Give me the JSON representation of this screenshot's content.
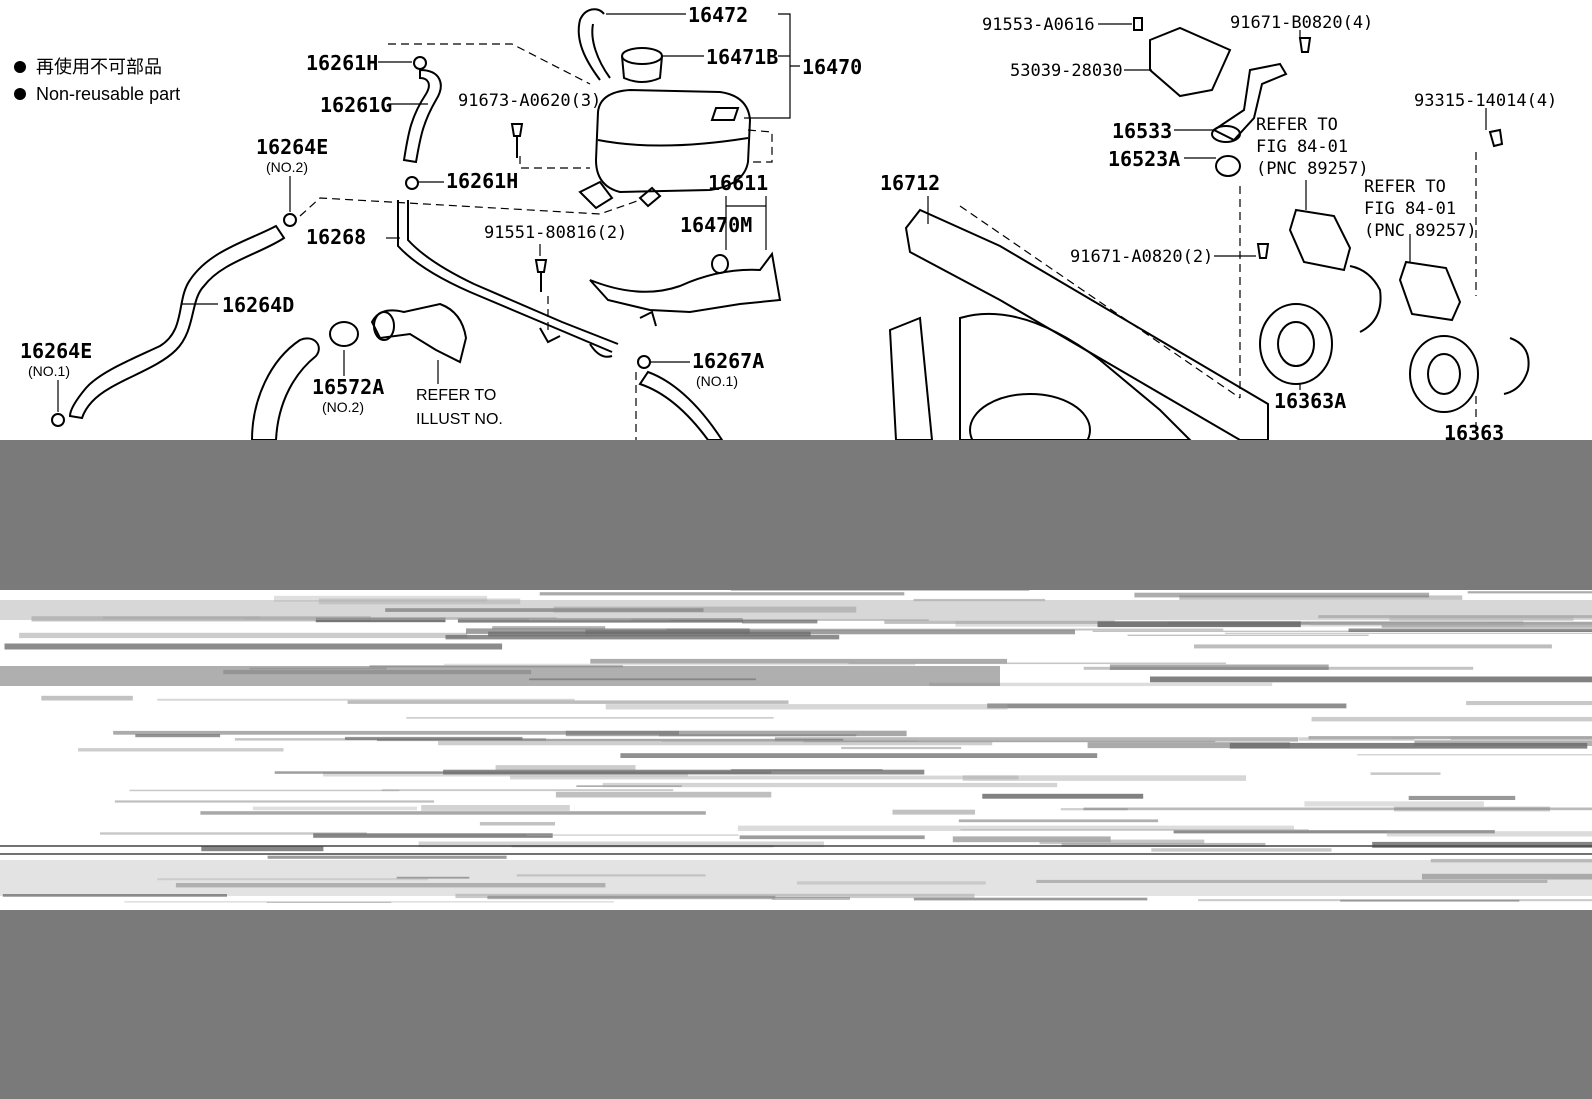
{
  "legend": {
    "item_jp": "再使用不可部品",
    "item_en": "Non-reusable part"
  },
  "parts": {
    "p16472": "16472",
    "p16471B": "16471B",
    "p16470": "16470",
    "p16261H_top": "16261H",
    "p16261G": "16261G",
    "p91673": "91673-A0620(3)",
    "p16261H_mid": "16261H",
    "p16264E_no2": "16264E",
    "p16264E_no2_sub": "(NO.2)",
    "p16268": "16268",
    "p16264D": "16264D",
    "p16264E_no1": "16264E",
    "p16264E_no1_sub": "(NO.1)",
    "p16611": "16611",
    "p16470M": "16470M",
    "p91551": "91551-80816(2)",
    "p16572A": "16572A",
    "p16572A_sub": "(NO.2)",
    "p16267A": "16267A",
    "p16267A_sub": "(NO.1)",
    "p91553": "91553-A0616",
    "p91671_b": "91671-B0820(4)",
    "p53039": "53039-28030",
    "p16533": "16533",
    "p16523A": "16523A",
    "p16712": "16712",
    "p91671_a": "91671-A0820(2)",
    "p93315": "93315-14014(4)",
    "p16363A": "16363A",
    "p16363": "16363"
  },
  "refs": {
    "illust_1": "REFER TO",
    "illust_2": "ILLUST NO.",
    "fig1_1": "REFER TO",
    "fig1_2": "FIG 84-01",
    "fig1_3": "(PNC 89257)",
    "fig2_1": "REFER TO",
    "fig2_2": "FIG 84-01",
    "fig2_3": "(PNC 89257)"
  }
}
